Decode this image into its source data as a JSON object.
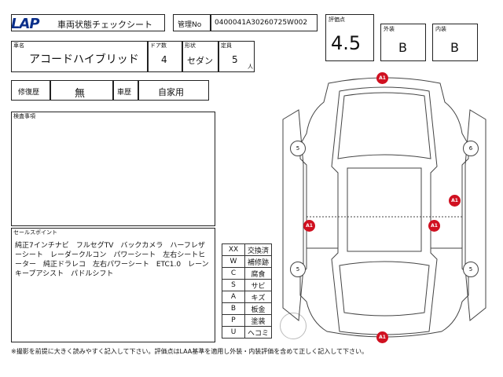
{
  "header": {
    "logo": "LAP",
    "sheet_title": "車両状態チェックシート",
    "control_label": "管理No",
    "control_number": "0400041A30260725W002"
  },
  "vehicle": {
    "name_label": "車名",
    "name": "アコードハイブリッド",
    "doors_label": "ドア数",
    "doors": "4",
    "body_label": "形状",
    "body": "セダン",
    "capacity_label": "定員",
    "capacity": "5",
    "capacity_unit": "人"
  },
  "scores": {
    "overall_label": "評価点",
    "overall": "4.5",
    "exterior_label": "外装",
    "exterior": "B",
    "interior_label": "内装",
    "interior": "B"
  },
  "history": {
    "repair_label": "修復歴",
    "repair": "無",
    "usage_label": "車歴",
    "usage": "自家用"
  },
  "inspection": {
    "label": "検査事項",
    "text": ""
  },
  "sales": {
    "label": "セールスポイント",
    "text": "純正7インチナビ　フルセグTV　バックカメラ　ハーフレザーシート　レーダークルコン　パワーシート　左右シートヒーター　純正ドラレコ　左右パワーシート　ETC1.0　レーンキープアシスト　パドルシフト"
  },
  "legend": [
    {
      "code": "XX",
      "meaning": "交換済"
    },
    {
      "code": "W",
      "meaning": "補修跡"
    },
    {
      "code": "C",
      "meaning": "腐食"
    },
    {
      "code": "S",
      "meaning": "サビ"
    },
    {
      "code": "A",
      "meaning": "キズ"
    },
    {
      "code": "B",
      "meaning": "板金"
    },
    {
      "code": "P",
      "meaning": "塗装"
    },
    {
      "code": "U",
      "meaning": "ヘコミ"
    }
  ],
  "damage_marks": [
    "A1",
    "A1",
    "A1",
    "A1",
    "A1"
  ],
  "tire_marks": [
    "5",
    "6",
    "5",
    "5"
  ],
  "footer": "※撮影を前提に大きく読みやすく記入して下さい。評価点はLAA基準を適用し外装・内装評価を含めて正しく記入して下さい。",
  "colors": {
    "logo": "#0b2f8a",
    "damage": "#d01020"
  }
}
